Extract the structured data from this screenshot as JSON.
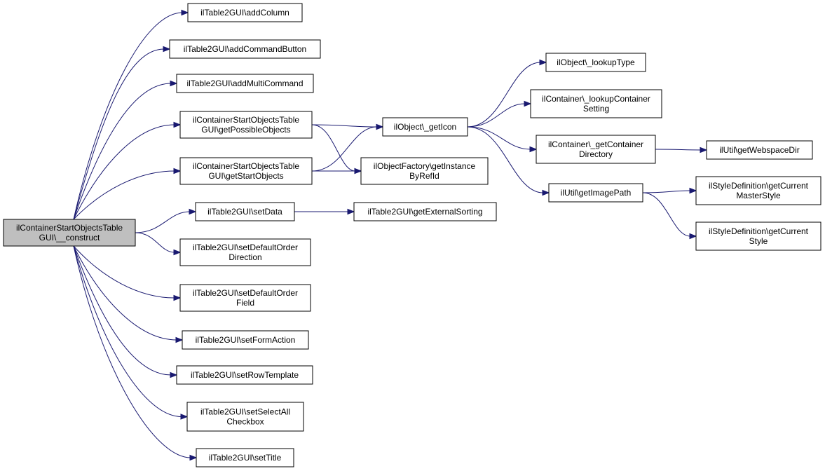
{
  "diagram": {
    "nodes": [
      {
        "id": "root",
        "lines": [
          "ilContainerStartObjectsTable",
          "GUI\\__construct"
        ],
        "root": true
      },
      {
        "id": "addColumn",
        "lines": [
          "ilTable2GUI\\addColumn"
        ]
      },
      {
        "id": "addCommandButton",
        "lines": [
          "ilTable2GUI\\addCommandButton"
        ]
      },
      {
        "id": "addMultiCommand",
        "lines": [
          "ilTable2GUI\\addMultiCommand"
        ]
      },
      {
        "id": "getPossibleObjects",
        "lines": [
          "ilContainerStartObjectsTable",
          "GUI\\getPossibleObjects"
        ]
      },
      {
        "id": "getStartObjects",
        "lines": [
          "ilContainerStartObjectsTable",
          "GUI\\getStartObjects"
        ]
      },
      {
        "id": "setData",
        "lines": [
          "ilTable2GUI\\setData"
        ]
      },
      {
        "id": "setDefaultOrderDirection",
        "lines": [
          "ilTable2GUI\\setDefaultOrder",
          "Direction"
        ]
      },
      {
        "id": "setDefaultOrderField",
        "lines": [
          "ilTable2GUI\\setDefaultOrder",
          "Field"
        ]
      },
      {
        "id": "setFormAction",
        "lines": [
          "ilTable2GUI\\setFormAction"
        ]
      },
      {
        "id": "setRowTemplate",
        "lines": [
          "ilTable2GUI\\setRowTemplate"
        ]
      },
      {
        "id": "setSelectAllCheckbox",
        "lines": [
          "ilTable2GUI\\setSelectAll",
          "Checkbox"
        ]
      },
      {
        "id": "setTitle",
        "lines": [
          "ilTable2GUI\\setTitle"
        ]
      },
      {
        "id": "getIcon",
        "lines": [
          "ilObject\\_getIcon"
        ]
      },
      {
        "id": "getInstanceByRefId",
        "lines": [
          "ilObjectFactory\\getInstance",
          "ByRefId"
        ]
      },
      {
        "id": "getExternalSorting",
        "lines": [
          "ilTable2GUI\\getExternalSorting"
        ]
      },
      {
        "id": "lookupType",
        "lines": [
          "ilObject\\_lookupType"
        ]
      },
      {
        "id": "lookupContainerSetting",
        "lines": [
          "ilContainer\\_lookupContainer",
          "Setting"
        ]
      },
      {
        "id": "getContainerDirectory",
        "lines": [
          "ilContainer\\_getContainer",
          "Directory"
        ]
      },
      {
        "id": "getImagePath",
        "lines": [
          "ilUtil\\getImagePath"
        ]
      },
      {
        "id": "getWebspaceDir",
        "lines": [
          "ilUtil\\getWebspaceDir"
        ]
      },
      {
        "id": "getCurrentMasterStyle",
        "lines": [
          "ilStyleDefinition\\getCurrent",
          "MasterStyle"
        ]
      },
      {
        "id": "getCurrentStyle",
        "lines": [
          "ilStyleDefinition\\getCurrent",
          "Style"
        ]
      }
    ],
    "edges": [
      {
        "from": "root",
        "to": "addColumn"
      },
      {
        "from": "root",
        "to": "addCommandButton"
      },
      {
        "from": "root",
        "to": "addMultiCommand"
      },
      {
        "from": "root",
        "to": "getPossibleObjects"
      },
      {
        "from": "root",
        "to": "getStartObjects"
      },
      {
        "from": "root",
        "to": "setData"
      },
      {
        "from": "root",
        "to": "setDefaultOrderDirection"
      },
      {
        "from": "root",
        "to": "setDefaultOrderField"
      },
      {
        "from": "root",
        "to": "setFormAction"
      },
      {
        "from": "root",
        "to": "setRowTemplate"
      },
      {
        "from": "root",
        "to": "setSelectAllCheckbox"
      },
      {
        "from": "root",
        "to": "setTitle"
      },
      {
        "from": "getPossibleObjects",
        "to": "getIcon"
      },
      {
        "from": "getPossibleObjects",
        "to": "getInstanceByRefId"
      },
      {
        "from": "getStartObjects",
        "to": "getIcon"
      },
      {
        "from": "getStartObjects",
        "to": "getInstanceByRefId"
      },
      {
        "from": "setData",
        "to": "getExternalSorting"
      },
      {
        "from": "getIcon",
        "to": "lookupType"
      },
      {
        "from": "getIcon",
        "to": "lookupContainerSetting"
      },
      {
        "from": "getIcon",
        "to": "getContainerDirectory"
      },
      {
        "from": "getIcon",
        "to": "getImagePath"
      },
      {
        "from": "getContainerDirectory",
        "to": "getWebspaceDir"
      },
      {
        "from": "getImagePath",
        "to": "getCurrentMasterStyle"
      },
      {
        "from": "getImagePath",
        "to": "getCurrentStyle"
      }
    ]
  }
}
